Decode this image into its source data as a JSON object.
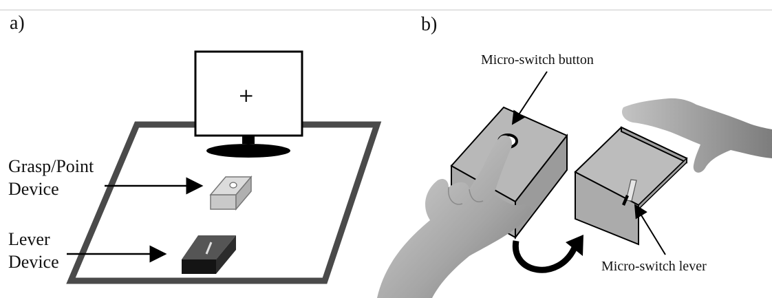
{
  "panels": {
    "a": {
      "label": "a)",
      "grasp_device_line1": "Grasp/Point",
      "grasp_device_line2": "Device",
      "lever_device_line1": "Lever",
      "lever_device_line2": "Device",
      "monitor_symbol": "+"
    },
    "b": {
      "label": "b)",
      "button_callout": "Micro-switch button",
      "lever_callout": "Micro-switch lever"
    }
  },
  "colors": {
    "table_outline": "#4a4a4a",
    "grasp_device": "#c9c9c9",
    "lever_device": "#3a3a3a",
    "box_fill": "#b8b8b8",
    "hand_skin": "#a9a9a9"
  }
}
